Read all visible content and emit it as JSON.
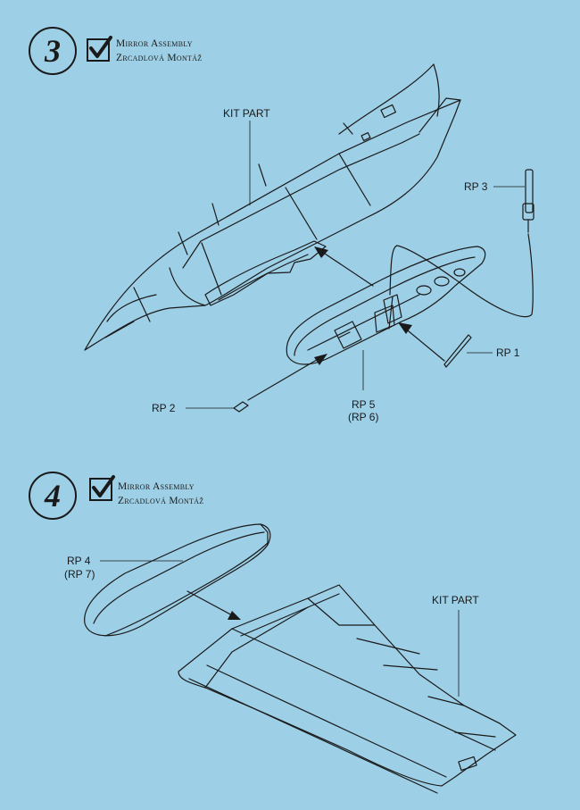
{
  "steps": [
    {
      "number": "3",
      "title_line1": "Mirror Assembly",
      "title_line2": "Zrcadlová Montáž",
      "labels": {
        "kit_part": "KIT PART",
        "rp3": "RP 3",
        "rp1": "RP 1",
        "rp2": "RP 2",
        "rp5": "RP 5",
        "rp6": "(RP 6)"
      }
    },
    {
      "number": "4",
      "title_line1": "Mirror Assembly",
      "title_line2": "Zrcadlová Montáž",
      "labels": {
        "rp4": "RP 4",
        "rp7": "(RP 7)",
        "kit_part": "KIT PART"
      }
    }
  ],
  "colors": {
    "background": "#9dcfe6",
    "ink": "#1a1a1a"
  },
  "icons": [
    "checkbox-checked-icon"
  ]
}
